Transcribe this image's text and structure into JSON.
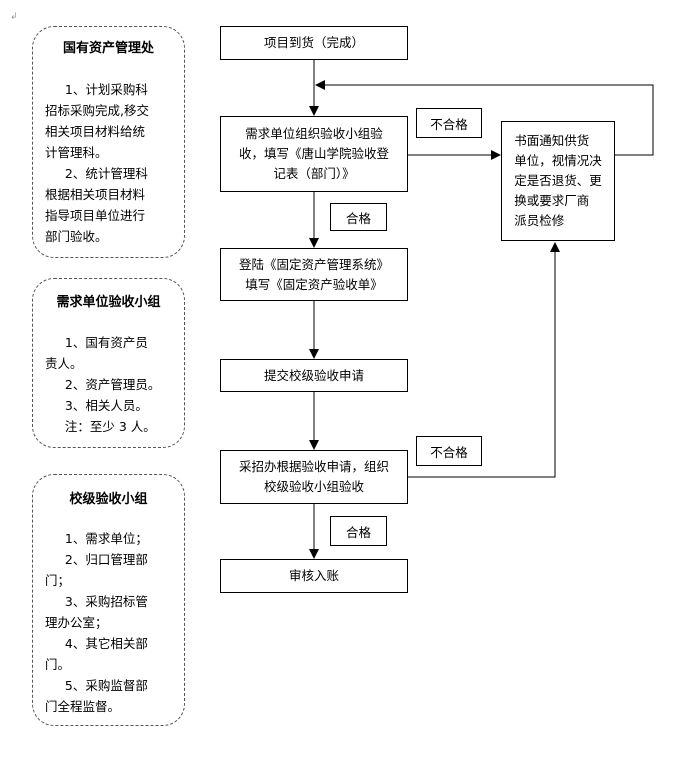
{
  "panels": {
    "asset_office": {
      "title": "国有资产管理处",
      "items": [
        "     1、计划采购科",
        "招标采购完成,移交",
        "相关项目材料给统",
        "计管理科。",
        "     2、统计管理科",
        "根据相关项目材料",
        "指导项目单位进行",
        "部门验收。"
      ]
    },
    "dept_group": {
      "title": "需求单位验收小组",
      "items": [
        "     1、国有资产员",
        "责人。",
        "     2、资产管理员。",
        "     3、相关人员。",
        "     注：至少 3 人。"
      ]
    },
    "school_group": {
      "title": "校级验收小组",
      "items": [
        "     1、需求单位；",
        "     2、归口管理部",
        "门；",
        "     3、采购招标管",
        "理办公室；",
        "     4、其它相关部",
        "门。",
        "     5、采购监督部",
        "门全程监督。"
      ]
    }
  },
  "flow": {
    "step1": "项目到货（完成）",
    "step2": "需求单位组织验收小组验\n收，填写《唐山学院验收登\n记表（部门）》",
    "step3": "登陆《固定资产管理系统》\n填写《固定资产验收单》",
    "step4": "提交校级验收申请",
    "step5": "采招办根据验收申请，组织\n校级验收小组验收",
    "step6": "审核入账",
    "notify": "书面通知供货\n单位，视情况决\n定是否退货、更\n换或要求厂商\n派员检修"
  },
  "labels": {
    "fail1": "不合格",
    "pass1": "合格",
    "fail2": "不合格",
    "pass2": "合格"
  }
}
